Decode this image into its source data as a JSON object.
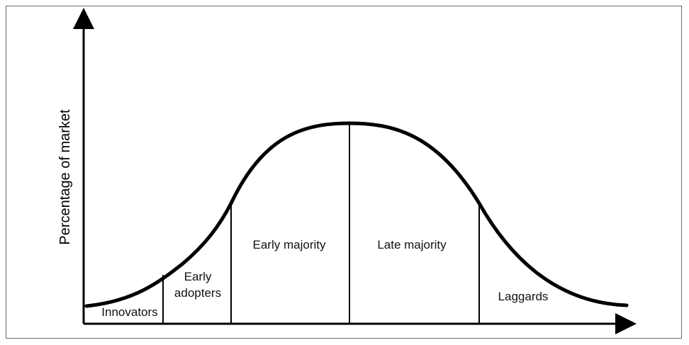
{
  "diagram": {
    "y_axis_label": "Percentage of market",
    "segments": [
      {
        "id": "innovators",
        "label_lines": [
          "Innovators"
        ]
      },
      {
        "id": "early-adopters",
        "label_lines": [
          "Early",
          "adopters"
        ]
      },
      {
        "id": "early-majority",
        "label_lines": [
          "Early majority"
        ]
      },
      {
        "id": "late-majority",
        "label_lines": [
          "Late majority"
        ]
      },
      {
        "id": "laggards",
        "label_lines": [
          "Laggards"
        ]
      }
    ]
  }
}
